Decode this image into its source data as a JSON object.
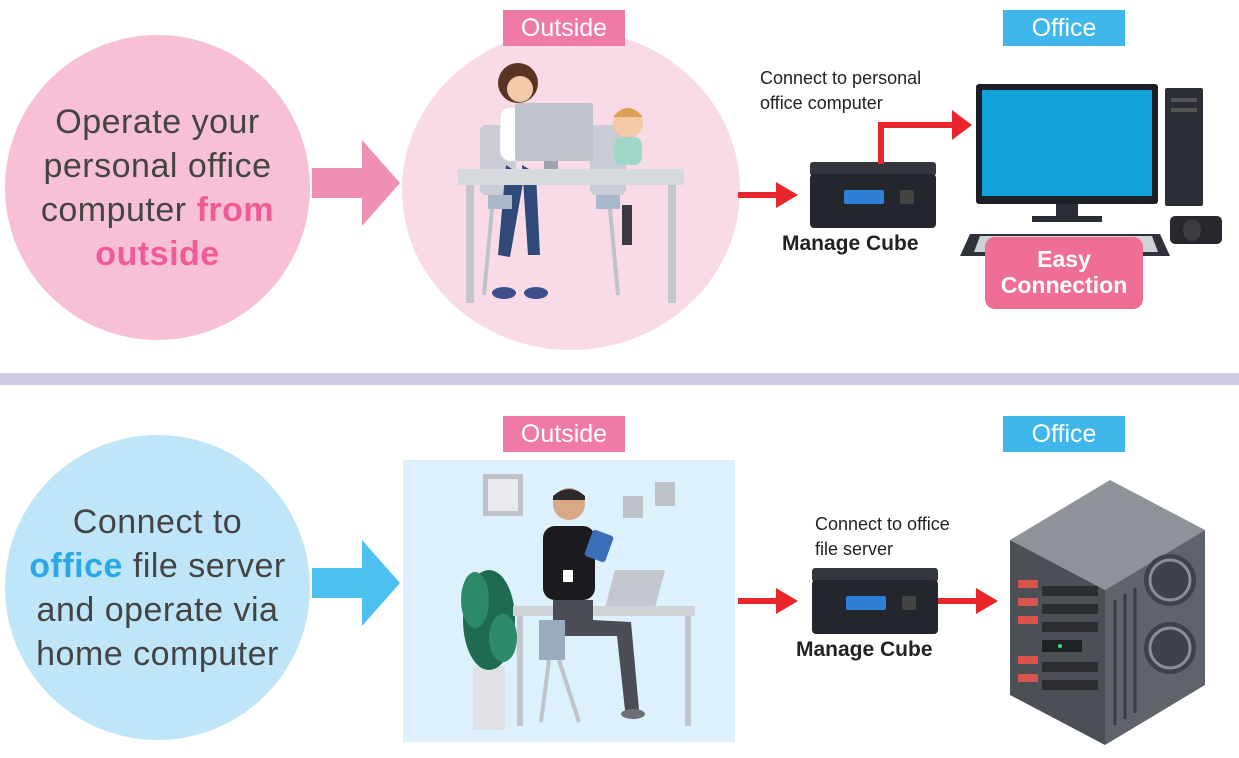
{
  "top": {
    "circle_text": {
      "line1": "Operate your",
      "line2": "personal office",
      "line3_plain": "computer ",
      "line3_em": "from",
      "line4_em": "outside"
    },
    "outside_tag": "Outside",
    "office_tag": "Office",
    "note": {
      "line1": "Connect to personal",
      "line2": "office computer"
    },
    "cube_label": "Manage Cube",
    "badge": {
      "line1": "Easy",
      "line2": "Connection"
    }
  },
  "bottom": {
    "circle_text": {
      "line1": "Connect to",
      "line2_em": "office",
      "line2_plain": " file server",
      "line3": "and operate via",
      "line4": "home computer"
    },
    "outside_tag": "Outside",
    "office_tag": "Office",
    "note": {
      "line1": "Connect to office",
      "line2": "file server"
    },
    "cube_label": "Manage Cube"
  },
  "colors": {
    "pink_circle": "#f7c0d6",
    "pink_arrow": "#f08fb6",
    "blue_circle": "#bfe6f8",
    "blue_arrow": "#4cc1f0",
    "red_arrow": "#e8262b",
    "divider": "#cfcbe3"
  }
}
